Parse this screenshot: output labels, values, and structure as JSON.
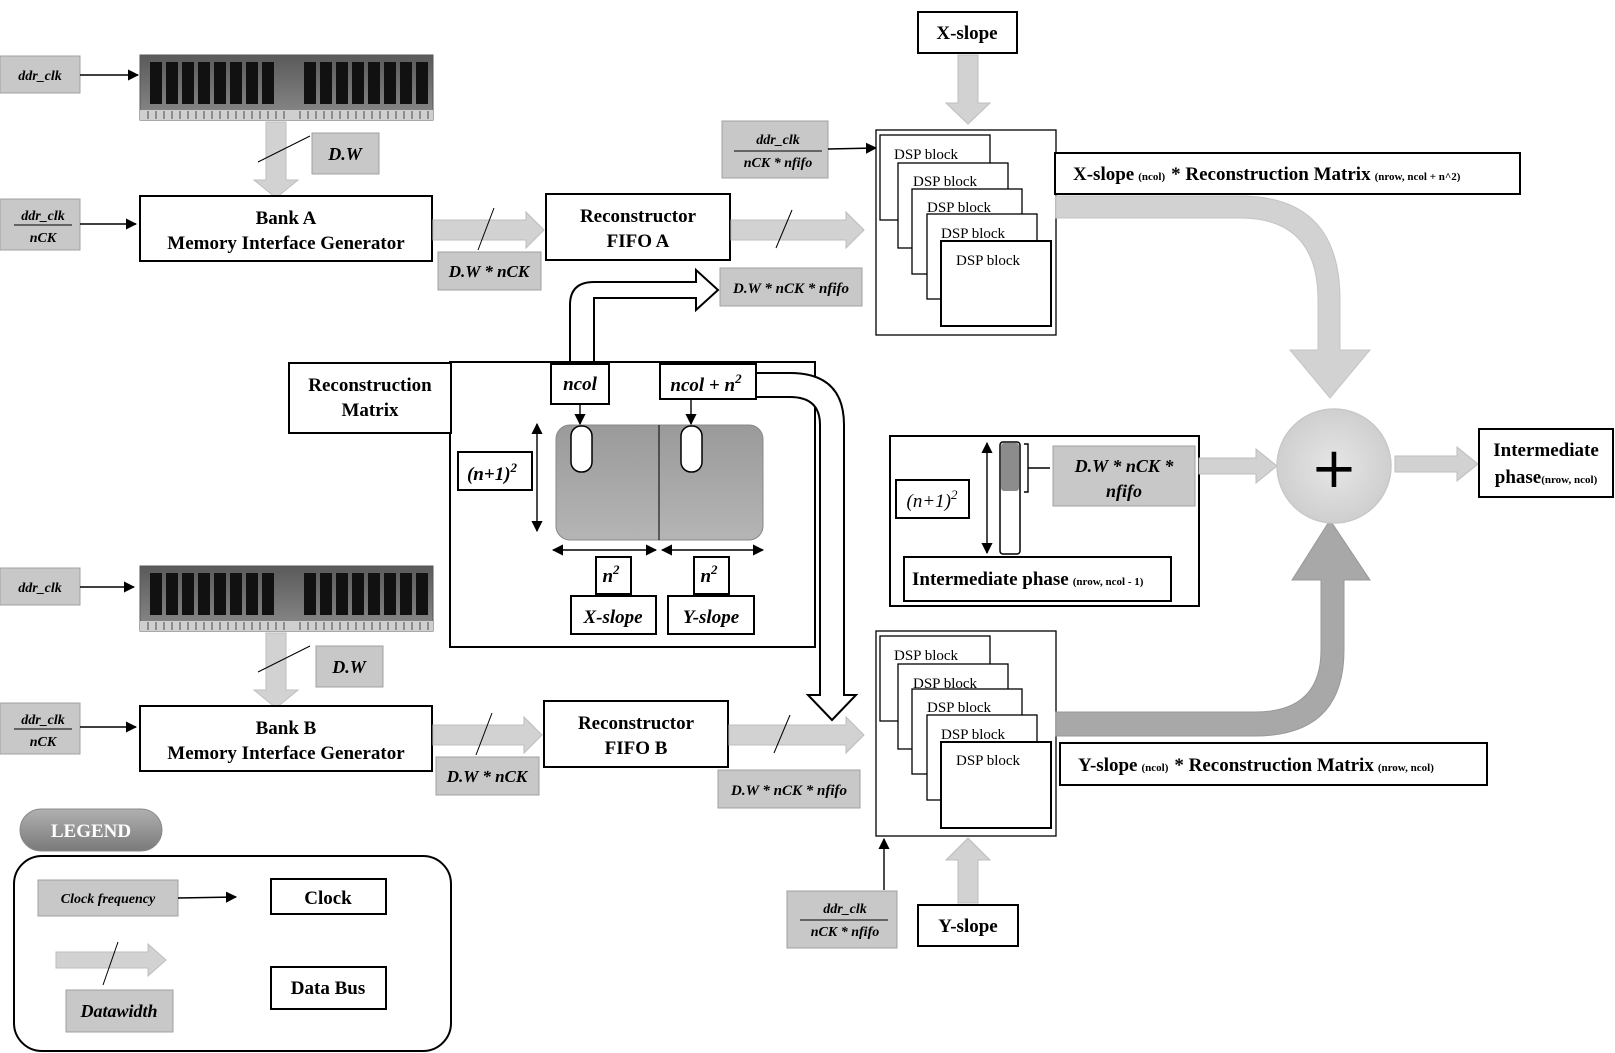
{
  "clock_labels": {
    "ddr_clk": "ddr_clk",
    "nck": "nCK",
    "nck_nfifo": "nCK * nfifo"
  },
  "bus_labels": {
    "dw": "D.W",
    "dw_nck": "D.W * nCK",
    "dw_nck_nfifo": "D.W * nCK * nfifo",
    "dw_nck_nfifo_line1": "D.W * nCK *",
    "dw_nck_nfifo_line2": "nfifo"
  },
  "blocks": {
    "bank_a_line1": "Bank A",
    "bank_a_line2": "Memory Interface Generator",
    "bank_b_line1": "Bank B",
    "bank_b_line2": "Memory Interface Generator",
    "fifo_a_line1": "Reconstructor",
    "fifo_a_line2": "FIFO A",
    "fifo_b_line1": "Reconstructor",
    "fifo_b_line2": "FIFO B",
    "recon_matrix_line1": "Reconstruction",
    "recon_matrix_line2": "Matrix",
    "x_slope": "X-slope",
    "y_slope": "Y-slope",
    "dsp_block": "DSP block",
    "ncol": "ncol",
    "ncol_n2": "ncol + n",
    "n1_sq": "(n+1)",
    "n_sq": "n",
    "sq": "2"
  },
  "outputs": {
    "x_slope_product": "X-slope",
    "x_slope_sub": "(ncol)",
    "x_slope_mid": "* Reconstruction Matrix",
    "x_slope_sub2": "(nrow, ncol + n^2)",
    "y_slope_product": "Y-slope",
    "y_slope_sub": "(ncol)",
    "y_slope_mid": "* Reconstruction Matrix",
    "y_slope_sub2": "(nrow, ncol)",
    "inter_phase_label": "Intermediate phase",
    "inter_phase_sub": "(nrow, ncol - 1)",
    "result_line1": "Intermediate",
    "result_line2": "phase",
    "result_sub": "(nrow, ncol)",
    "plus": "+"
  },
  "legend": {
    "title": "LEGEND",
    "clock_frequency": "Clock frequency",
    "clock": "Clock",
    "datawidth": "Datawidth",
    "data_bus": "Data Bus"
  }
}
